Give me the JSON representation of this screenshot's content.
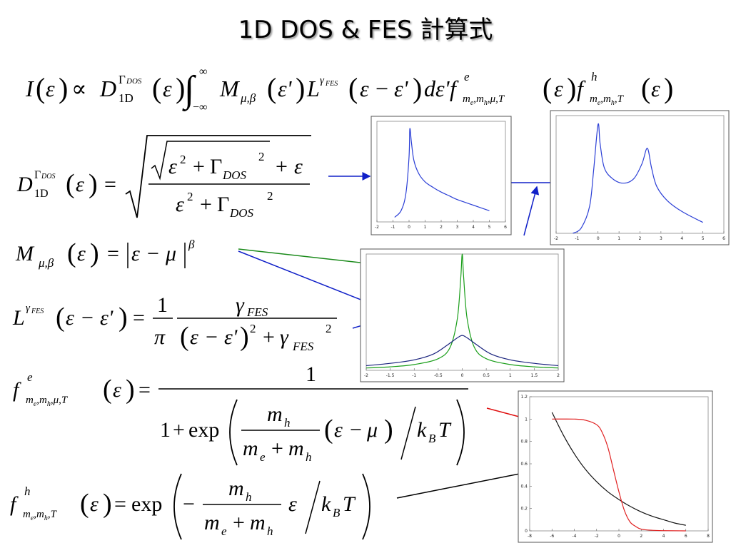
{
  "slide": {
    "title": "1D DOS & FES 計算式"
  },
  "equations": {
    "main": "I(ε) ∝ D_1D^ΓDOS(ε) ∫_−∞^∞ M_μ,β(ε') L^γFES(ε−ε') dε' f^e_me,mh,μ,T(ε) f^h_me,mh,T(ε)",
    "dos": "D_1D^ΓDOS(ε) = sqrt( (sqrt(ε² + Γ_DOS²) + ε) / (ε² + Γ_DOS²) )",
    "m": "M_μ,β(ε) = |ε − μ|^β",
    "l": "L^γFES(ε−ε') = (1/π) γ_FES / ((ε−ε')² + γ_FES²)",
    "fe": "f^e_me,mh,μ,T(ε) = 1 / (1 + exp( (m_h/(m_e+m_h)) (ε−μ) / k_B T ))",
    "fh": "f^h_me,mh,T(ε) = exp( −(m_h/(m_e+m_h)) ε / k_B T )"
  },
  "symbols": {
    "I": "I",
    "eps": "ε",
    "epsp": "ε'",
    "prop": "∝",
    "D": "D",
    "sub1d": "1D",
    "GammaDOS": "Γ",
    "DOS": "DOS",
    "inf": "∞",
    "minf": "−∞",
    "M": "M",
    "mubeta": "μ,β",
    "L": "L",
    "gamma": "γ",
    "FES": "FES",
    "d": "d",
    "f": "f",
    "e": "e",
    "h": "h",
    "emh_mu_T": "m",
    "eq": "=",
    "one": "1",
    "pi": "π",
    "plus": "+",
    "minus": "−",
    "exp": "exp",
    "mh": "m",
    "me": "m",
    "kB": "k",
    "B": "B",
    "T": "T",
    "mu": "μ",
    "beta": "β",
    "two": "2",
    "comma": ",",
    "subme": "e",
    "submh": "h"
  },
  "chart_data": [
    {
      "type": "line",
      "title": "",
      "x_ticks": [
        "-2",
        "-1",
        "0",
        "1",
        "2",
        "3",
        "4",
        "5",
        "6"
      ],
      "xlim": [
        -2,
        6
      ],
      "series": [
        {
          "color": "#2b3fd6",
          "x": [
            -0.9,
            -0.5,
            -0.2,
            0,
            0.05,
            0.15,
            0.3,
            0.6,
            1.0,
            1.5,
            2.0,
            2.5,
            3.0,
            4.0,
            5.0
          ],
          "y": [
            0.05,
            0.12,
            0.3,
            0.7,
            1.0,
            0.85,
            0.66,
            0.52,
            0.43,
            0.37,
            0.32,
            0.28,
            0.24,
            0.18,
            0.12
          ]
        }
      ]
    },
    {
      "type": "line",
      "title": "",
      "x_ticks": [
        "-2",
        "-1",
        "0",
        "1",
        "2",
        "3",
        "4",
        "5",
        "6"
      ],
      "xlim": [
        -2,
        6
      ],
      "series": [
        {
          "color": "#2b3fd6",
          "x": [
            -1.2,
            -0.8,
            -0.4,
            -0.2,
            0,
            0.1,
            0.3,
            0.7,
            1.2,
            1.7,
            2.1,
            2.35,
            2.55,
            2.8,
            3.3,
            4.0,
            5.0
          ],
          "y": [
            0.0,
            0.05,
            0.25,
            0.6,
            1.0,
            0.82,
            0.6,
            0.5,
            0.46,
            0.5,
            0.64,
            0.78,
            0.6,
            0.43,
            0.3,
            0.2,
            0.1
          ]
        }
      ]
    },
    {
      "type": "line",
      "title": "",
      "x_ticks": [
        "-2",
        "-1.5",
        "-1",
        "-0.5",
        "0",
        "0.5",
        "1",
        "1.5",
        "2"
      ],
      "xlim": [
        -2,
        2
      ],
      "series": [
        {
          "color": "#1a9e1a",
          "x": [
            -2,
            -1.5,
            -1.0,
            -0.5,
            -0.25,
            -0.1,
            -0.03,
            0,
            0.03,
            0.1,
            0.25,
            0.5,
            1.0,
            1.5,
            2
          ],
          "y": [
            0.02,
            0.03,
            0.05,
            0.1,
            0.2,
            0.45,
            0.8,
            1.0,
            0.8,
            0.45,
            0.2,
            0.1,
            0.05,
            0.03,
            0.02
          ]
        },
        {
          "color": "#1a237e",
          "x": [
            -2,
            -1.5,
            -1.0,
            -0.6,
            -0.3,
            -0.1,
            0,
            0.1,
            0.3,
            0.6,
            1.0,
            1.5,
            2
          ],
          "y": [
            0.04,
            0.06,
            0.09,
            0.14,
            0.22,
            0.28,
            0.3,
            0.28,
            0.22,
            0.14,
            0.09,
            0.06,
            0.04
          ]
        }
      ]
    },
    {
      "type": "line",
      "title": "",
      "x_ticks": [
        "-8",
        "-6",
        "-4",
        "-2",
        "0",
        "2",
        "4",
        "6",
        "8"
      ],
      "y_ticks": [
        "0",
        "0.2",
        "0.4",
        "0.6",
        "0.8",
        "1",
        "1.2"
      ],
      "xlim": [
        -8,
        8
      ],
      "ylim": [
        0,
        1.2
      ],
      "series": [
        {
          "color": "#111111",
          "x": [
            -6,
            -5,
            -4,
            -3,
            -2,
            -1,
            0,
            1,
            2,
            3,
            4,
            5,
            6
          ],
          "y": [
            1.06,
            0.86,
            0.69,
            0.55,
            0.44,
            0.35,
            0.28,
            0.22,
            0.17,
            0.13,
            0.1,
            0.07,
            0.05
          ]
        },
        {
          "color": "#e02020",
          "x": [
            -6,
            -4,
            -3,
            -2,
            -1.5,
            -1,
            -0.5,
            0,
            0.5,
            1,
            1.5,
            2,
            3,
            4,
            6
          ],
          "y": [
            1.0,
            1.0,
            0.99,
            0.95,
            0.88,
            0.75,
            0.55,
            0.35,
            0.18,
            0.08,
            0.04,
            0.015,
            0.005,
            0.002,
            0.0
          ]
        }
      ]
    }
  ]
}
